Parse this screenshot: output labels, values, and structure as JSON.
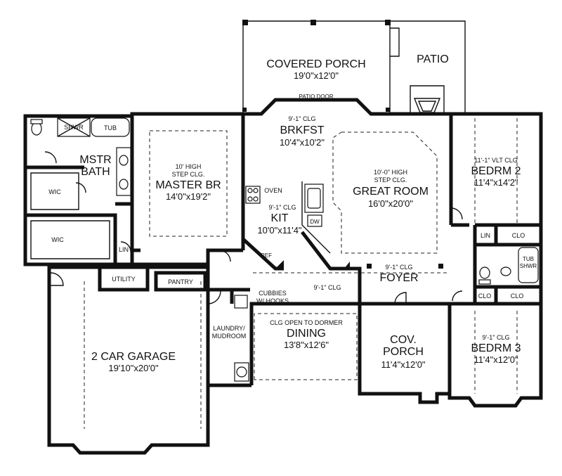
{
  "rooms": {
    "covered_porch": {
      "name": "COVERED PORCH",
      "dim": "19'0\"x12'0\""
    },
    "patio": {
      "name": "PATIO"
    },
    "patio_door": "PATIO DOOR",
    "shwr": "SHWR",
    "tub": "TUB",
    "mstr_bath": {
      "line1": "MSTR",
      "line2": "BATH"
    },
    "wic_upper": "WIC",
    "wic_lower": "WIC",
    "lin_master": "LIN",
    "master_br": {
      "note1": "10' HIGH",
      "note2": "STEP CLG.",
      "name": "MASTER BR",
      "dim": "14'0\"x19'2\""
    },
    "brkfst": {
      "note": "9'-1\" CLG",
      "name": "BRKFST",
      "dim": "10'4\"x10'2\""
    },
    "oven": "OVEN",
    "kit": {
      "note": "9'-1\" CLG",
      "name": "KIT",
      "dim": "10'0\"x11'4\""
    },
    "dw": "DW",
    "ref": "REF",
    "great_room": {
      "note1": "10'-0\" HIGH",
      "note2": "STEP CLG.",
      "name": "GREAT ROOM",
      "dim": "16'0\"x20'0\""
    },
    "bedrm2": {
      "note": "11'-1\" VLT CLG",
      "name": "BEDRM 2",
      "dim": "11'4\"x14'2\""
    },
    "lin_hall": "LIN",
    "clo_bed2": "CLO",
    "tub_shwr": {
      "line1": "TUB",
      "line2": "SHWR"
    },
    "foyer": {
      "note": "9'-1\" CLG",
      "name": "FOYER"
    },
    "utility": "UTILITY",
    "pantry": "PANTRY",
    "cubbies": {
      "line1": "CUBBIES",
      "line2": "W/ HOOKS"
    },
    "hall_clg": "9'-1\" CLG",
    "clo_a": "CLO",
    "clo_b": "CLO",
    "garage": {
      "name": "2 CAR GARAGE",
      "dim": "19'10\"x20'0\""
    },
    "laundry": {
      "line1": "LAUNDRY/",
      "line2": "MUDROOM"
    },
    "dining": {
      "note": "CLG OPEN TO DORMER",
      "name": "DINING",
      "dim": "13'8\"x12'6\""
    },
    "cov_porch": {
      "line1": "COV.",
      "line2": "PORCH",
      "dim": "11'4\"x12'0\""
    },
    "bedrm3": {
      "note": "9'-1\" CLG",
      "name": "BEDRM 3",
      "dim": "11'4\"x12'0\""
    }
  }
}
